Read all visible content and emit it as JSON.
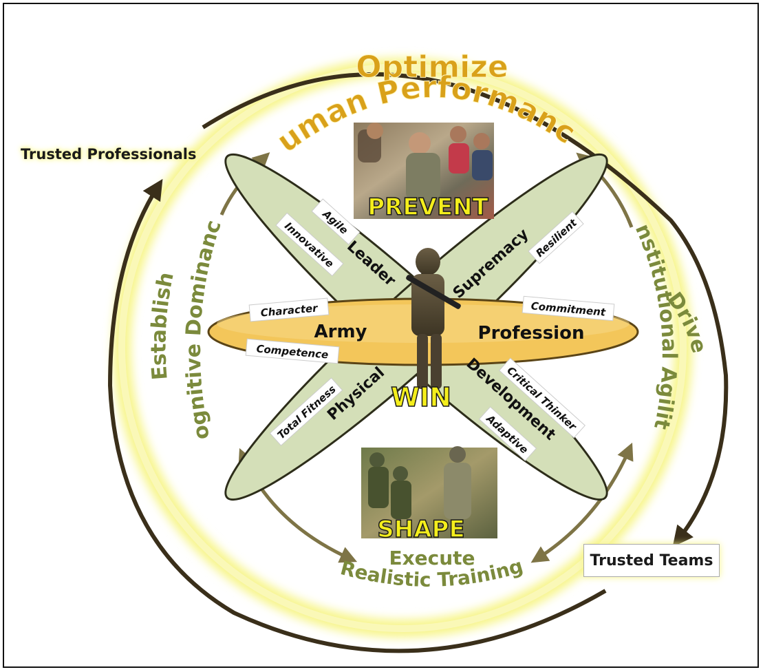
{
  "title": {
    "line1": "Optimize",
    "line2": "Human Performance"
  },
  "outer_labels": {
    "trusted_professionals": "Trusted Professionals",
    "trusted_teams": "Trusted Teams"
  },
  "objectives": {
    "establish_line1": "Establish",
    "establish_line2": "Cognitive Dominance",
    "drive_line1": "Drive",
    "drive_line2": "Institutional Agility",
    "execute_line1": "Execute",
    "execute_line2": "Realistic Training"
  },
  "stages": {
    "prevent": "PREVENT",
    "win": "WIN",
    "shape": "SHAPE"
  },
  "ellipses": {
    "horizontal_left": "Army",
    "horizontal_right": "Profession",
    "upper_left": "Leader",
    "lower_right": "Development",
    "upper_right": "Supremacy",
    "lower_left": "Physical"
  },
  "attributes": {
    "agile": "Agile",
    "innovative": "Innovative",
    "resilient": "Resilient",
    "character": "Character",
    "competence": "Competence",
    "commitment": "Commitment",
    "total_fitness": "Total Fitness",
    "critical_thinker": "Critical Thinker",
    "adaptive": "Adaptive"
  },
  "colors": {
    "title_gold": "#d9a11a",
    "objective_green": "#7b8a3c",
    "ellipse_green": "#d4dfb8",
    "ellipse_orange": "#f3c65a",
    "ring_glow": "#f7f58a",
    "arrow_olive": "#7e7446",
    "ring_dark": "#3a2f1a",
    "stage_yellow": "#f4ee1c"
  }
}
